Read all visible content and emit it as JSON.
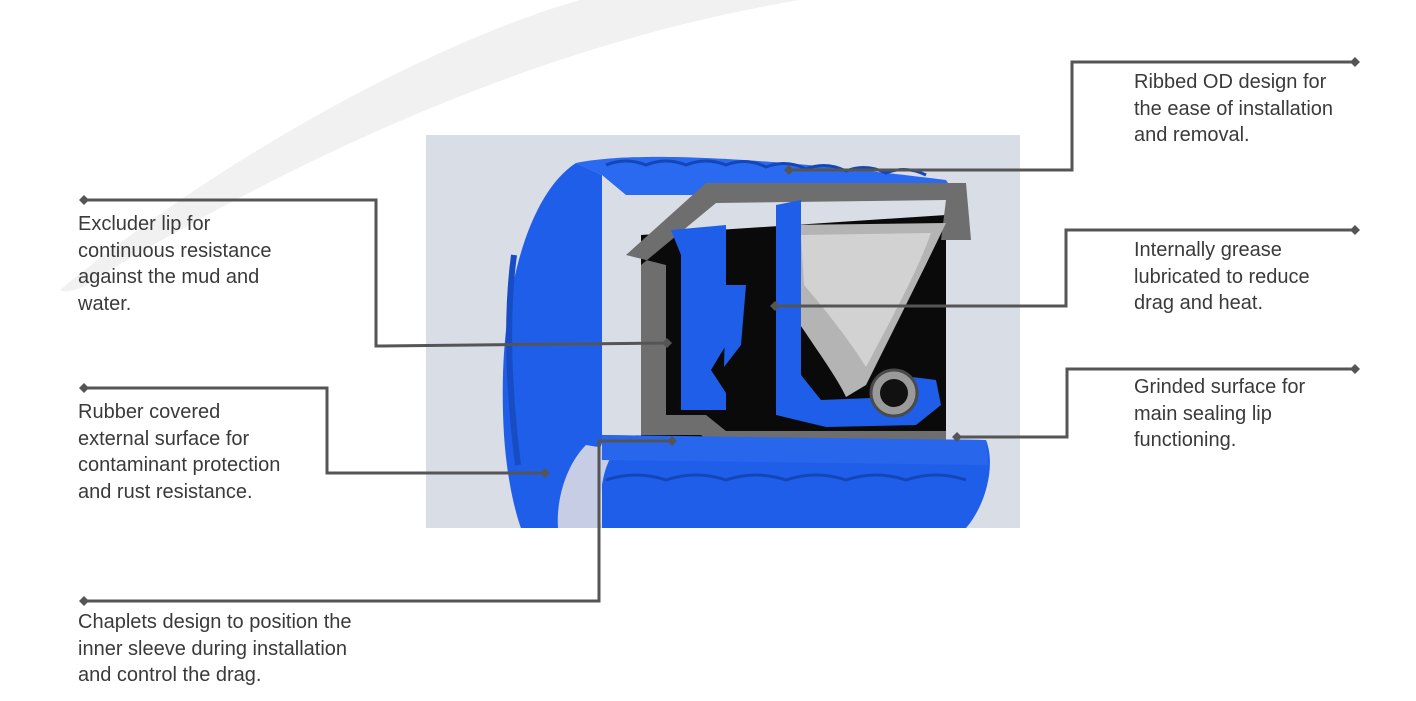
{
  "colors": {
    "seal_blue": "#1f5ee8",
    "seal_blue_dark": "#1546b8",
    "steel_gray": "#6b6b6b",
    "leader_line": "#555555",
    "text": "#3a3a3a",
    "background_panel": "#d9dde6"
  },
  "callouts": [
    {
      "id": "excluder-lip",
      "lines": [
        "Excluder lip for",
        "continuous resistance",
        "against the mud and",
        "water."
      ]
    },
    {
      "id": "rubber-covered",
      "lines": [
        "Rubber covered",
        "external surface for",
        "contaminant protection",
        "and rust resistance."
      ]
    },
    {
      "id": "chaplets",
      "lines": [
        "Chaplets design to position the",
        "inner sleeve during installation",
        "and control the drag."
      ]
    },
    {
      "id": "ribbed-od",
      "lines": [
        "Ribbed OD design for",
        "the ease of installation",
        "and removal."
      ]
    },
    {
      "id": "grease",
      "lines": [
        "Internally grease",
        "lubricated to reduce",
        "drag and heat."
      ]
    },
    {
      "id": "grinded",
      "lines": [
        "Grinded surface for",
        "main sealing lip",
        "functioning."
      ]
    }
  ]
}
